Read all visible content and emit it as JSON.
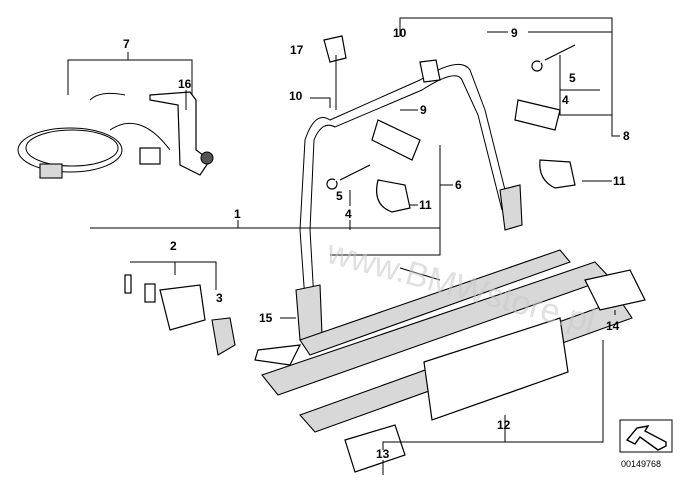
{
  "diagram": {
    "watermark": "www.BMWstore.pl",
    "image_code": "00149768",
    "callouts": [
      {
        "label": "7"
      },
      {
        "label": "16"
      },
      {
        "label": "17"
      },
      {
        "label": "10"
      },
      {
        "label": "9"
      },
      {
        "label": "10"
      },
      {
        "label": "9"
      },
      {
        "label": "5"
      },
      {
        "label": "4"
      },
      {
        "label": "8"
      },
      {
        "label": "6"
      },
      {
        "label": "5"
      },
      {
        "label": "4"
      },
      {
        "label": "11"
      },
      {
        "label": "11"
      },
      {
        "label": "1"
      },
      {
        "label": "2"
      },
      {
        "label": "3"
      },
      {
        "label": "15"
      },
      {
        "label": "14"
      },
      {
        "label": "12"
      },
      {
        "label": "13"
      }
    ]
  }
}
